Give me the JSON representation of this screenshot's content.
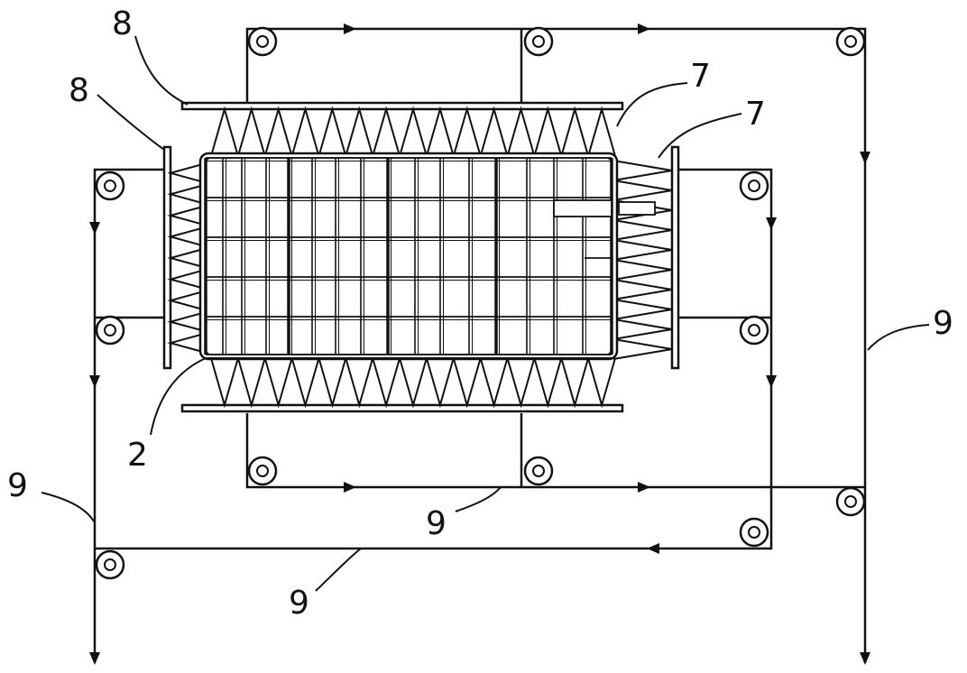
{
  "colors": {
    "line": "#111111",
    "background": "#ffffff"
  },
  "callouts": [
    {
      "id": "frame-top",
      "text": "8"
    },
    {
      "id": "frame-left",
      "text": "8"
    },
    {
      "id": "sheet-top",
      "text": "7"
    },
    {
      "id": "sheet-right",
      "text": "7"
    },
    {
      "id": "panel",
      "text": "2"
    },
    {
      "id": "wire-right",
      "text": "9"
    },
    {
      "id": "wire-lower-left",
      "text": "9"
    },
    {
      "id": "wire-bottom-mid",
      "text": "9"
    },
    {
      "id": "wire-bottom",
      "text": "9"
    }
  ]
}
